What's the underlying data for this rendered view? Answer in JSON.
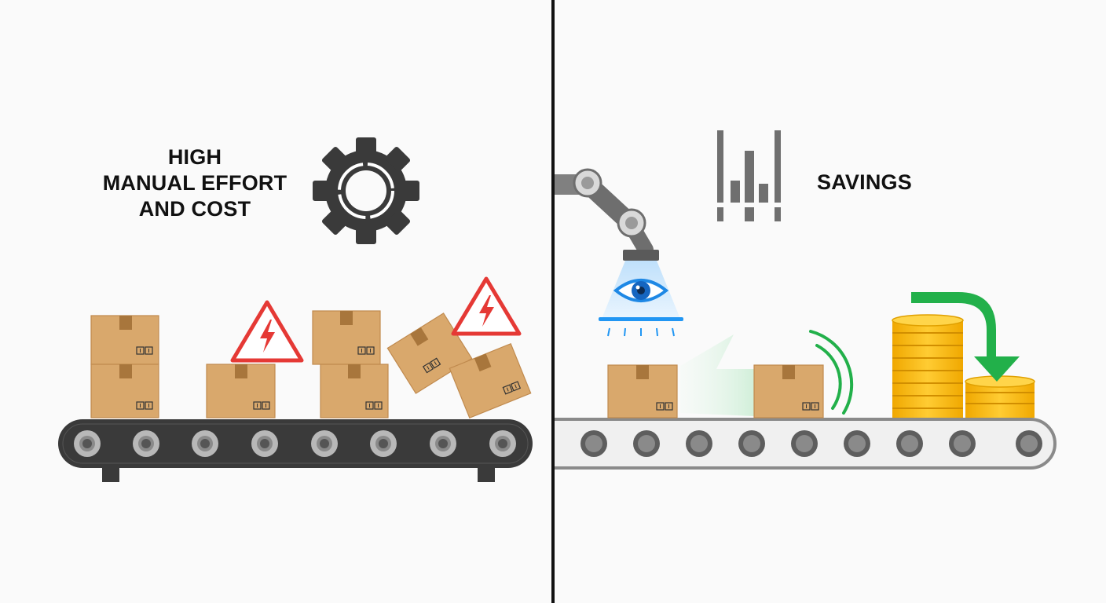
{
  "left": {
    "label_lines": [
      "HIGH",
      "MANUAL EFFORT",
      "AND COST"
    ],
    "icons": [
      "gear-icon",
      "warning-icon",
      "warning-icon"
    ],
    "conveyor_style": "dark"
  },
  "right": {
    "label": "SAVINGS",
    "icons": [
      "robot-arm-icon",
      "eye-icon",
      "bar-chart-icon",
      "coin-stack-icon",
      "down-arrow-icon",
      "signal-icon"
    ],
    "conveyor_style": "light"
  },
  "colors": {
    "divider": "#111111",
    "box": "#d9a86c",
    "warning": "#e53935",
    "scanner": "#2196f3",
    "arrow": "#22b04a",
    "coins": "#f5b40f",
    "dark_belt": "#3a3a3a",
    "light_belt": "#f0f0f0"
  }
}
